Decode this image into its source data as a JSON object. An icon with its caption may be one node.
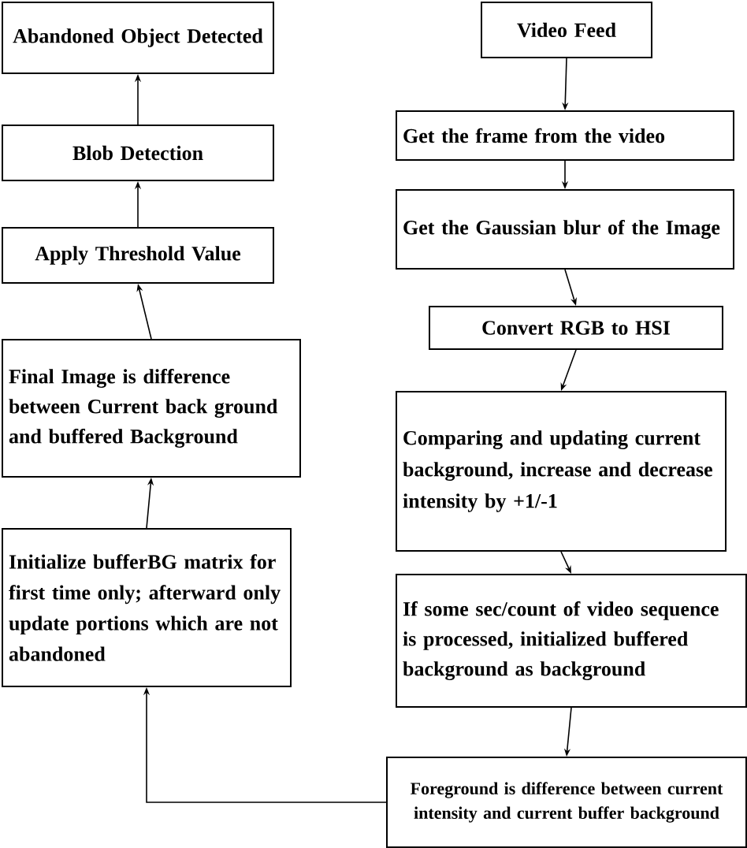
{
  "diagram": {
    "nodes": [
      {
        "text": [
          "Abandoned Object Detected"
        ]
      },
      {
        "text": [
          "Blob Detection"
        ]
      },
      {
        "text": [
          "Apply Threshold Value"
        ]
      },
      {
        "text": [
          "Final Image is difference between Current back ground and buffered Background"
        ]
      },
      {
        "text": [
          "Initialize bufferBG matrix for first time only; afterward only update portions which are not abandoned"
        ]
      },
      {
        "text": [
          "Video Feed"
        ]
      },
      {
        "text": [
          "Get the frame from the video"
        ]
      },
      {
        "text": [
          "Get the Gaussian blur of the Image"
        ]
      },
      {
        "text": [
          "Convert RGB to HSI"
        ]
      },
      {
        "text": [
          "Comparing and updating current background, increase and decrease intensity by +1/-1"
        ]
      },
      {
        "text": [
          "If some sec/count of video sequence is processed, initialized buffered background as background"
        ]
      },
      {
        "text": [
          "Foreground is difference between current intensity and current buffer background"
        ]
      }
    ],
    "edges": [
      {
        "from": 5,
        "to": 6,
        "arrow": "to"
      },
      {
        "from": 6,
        "to": 7,
        "arrow": "to"
      },
      {
        "from": 7,
        "to": 8,
        "arrow": "to"
      },
      {
        "from": 8,
        "to": 9,
        "arrow": "to"
      },
      {
        "from": 9,
        "to": 10,
        "arrow": "to"
      },
      {
        "from": 10,
        "to": 11,
        "arrow": "to"
      },
      {
        "from": 11,
        "to": 4,
        "arrow": "to"
      },
      {
        "from": 4,
        "to": 3,
        "arrow": "to"
      },
      {
        "from": 3,
        "to": 2,
        "arrow": "to"
      },
      {
        "from": 2,
        "to": 1,
        "arrow": "to"
      },
      {
        "from": 1,
        "to": 0,
        "arrow": "to"
      }
    ]
  }
}
